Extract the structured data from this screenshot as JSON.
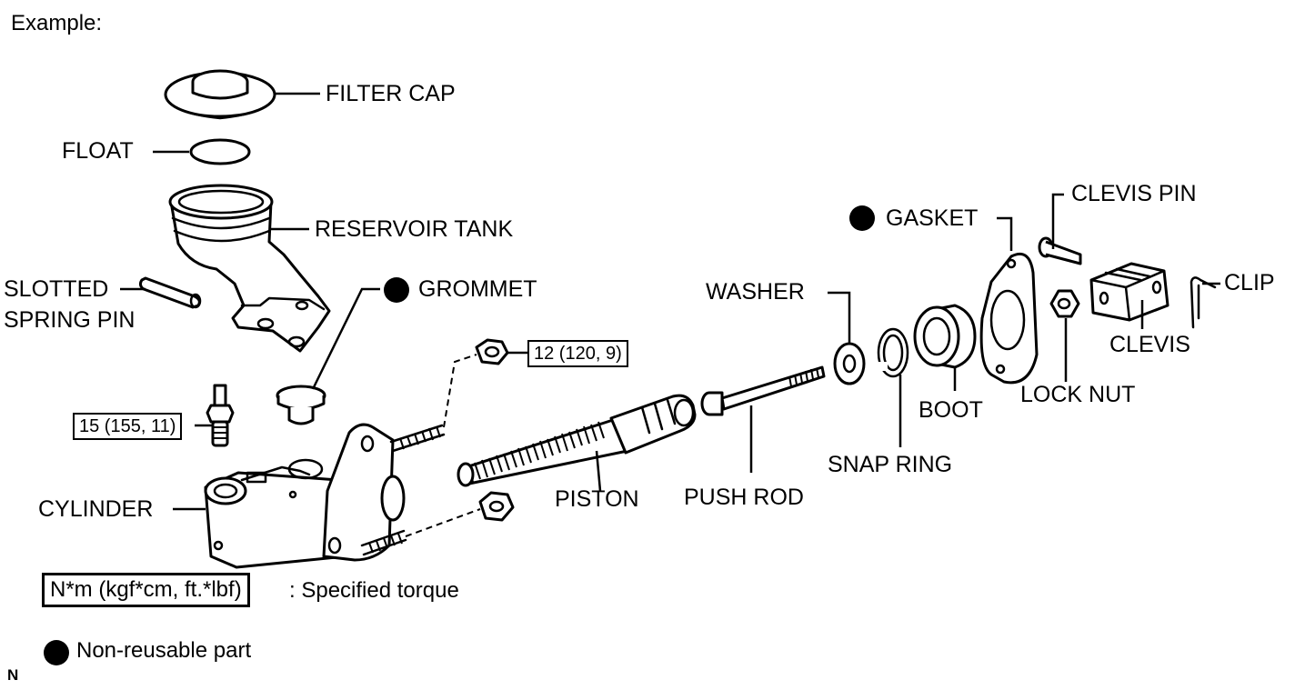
{
  "header": {
    "title": "Example:"
  },
  "parts": {
    "filter_cap": "FILTER CAP",
    "float": "FLOAT",
    "reservoir_tank": "RESERVOIR TANK",
    "slotted_spring_pin_1": "SLOTTED",
    "slotted_spring_pin_2": "SPRING PIN",
    "grommet": "GROMMET",
    "cylinder": "CYLINDER",
    "piston": "PISTON",
    "push_rod": "PUSH ROD",
    "washer": "WASHER",
    "snap_ring": "SNAP RING",
    "boot": "BOOT",
    "gasket": "GASKET",
    "lock_nut": "LOCK NUT",
    "clevis_pin": "CLEVIS PIN",
    "clevis": "CLEVIS",
    "clip": "CLIP"
  },
  "torques": {
    "union": "15 (155, 11)",
    "nuts": "12 (120, 9)"
  },
  "legend": {
    "torque_box": "N*m (kgf*cm, ft.*lbf)",
    "torque_text": ": Specified torque",
    "nonreusable_text": "Non-reusable part"
  },
  "footer": {
    "mark": "N"
  },
  "colors": {
    "ink": "#000000",
    "paper": "#ffffff"
  },
  "icons": {
    "nonreusable": "filled-circle-icon"
  }
}
